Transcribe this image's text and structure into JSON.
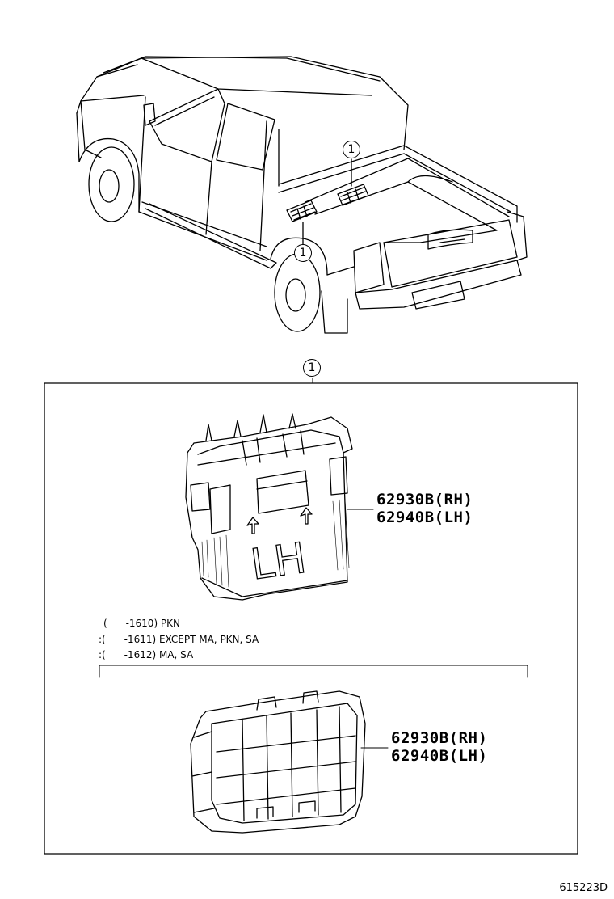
{
  "callout_number": "1",
  "upper_part": {
    "label_rh": "62930B(RH)",
    "label_lh": "62940B(LH)",
    "stamp": "LH"
  },
  "notes": [
    "(      -1610) PKN",
    ":(      -1611) EXCEPT MA, PKN, SA",
    ":(      -1612) MA, SA"
  ],
  "lower_part": {
    "label_rh": "62930B(RH)",
    "label_lh": "62940B(LH)"
  },
  "diagram_id": "615223D"
}
